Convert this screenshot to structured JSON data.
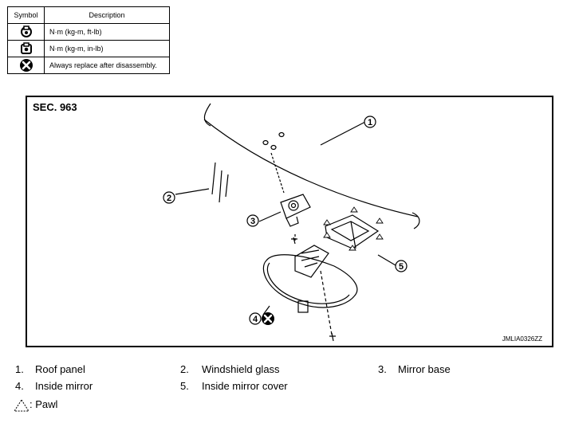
{
  "symbol_table": {
    "header_symbol": "Symbol",
    "header_description": "Description",
    "rows": [
      {
        "icon": "torque-ft-lb-icon",
        "description": "N·m (kg-m, ft-lb)"
      },
      {
        "icon": "torque-in-lb-icon",
        "description": "N·m (kg-m, in-lb)"
      },
      {
        "icon": "replace-always-icon",
        "description": "Always replace after disassembly."
      }
    ]
  },
  "figure": {
    "section": "SEC. 963",
    "code": "JMLIA0326ZZ",
    "callouts": [
      "1",
      "2",
      "3",
      "4",
      "5"
    ]
  },
  "legend": {
    "items": [
      {
        "num": "1.",
        "label": "Roof panel"
      },
      {
        "num": "2.",
        "label": "Windshield glass"
      },
      {
        "num": "3.",
        "label": "Mirror base"
      },
      {
        "num": "4.",
        "label": "Inside mirror"
      },
      {
        "num": "5.",
        "label": "Inside mirror cover"
      }
    ],
    "pawl_label": ": Pawl"
  }
}
